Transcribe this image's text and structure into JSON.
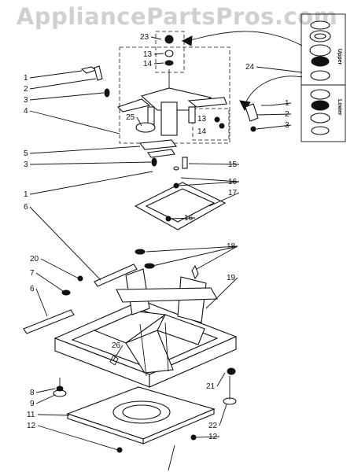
{
  "watermark": "AppliancePartsPros.com",
  "inset": {
    "upper_label": "Upper",
    "lower_label": "Lower"
  },
  "callouts": [
    {
      "id": "c23",
      "text": "23"
    },
    {
      "id": "c13a",
      "text": "13"
    },
    {
      "id": "c14a",
      "text": "14"
    },
    {
      "id": "c24",
      "text": "24"
    },
    {
      "id": "c1a",
      "text": "1"
    },
    {
      "id": "c2a",
      "text": "2"
    },
    {
      "id": "c3a",
      "text": "3"
    },
    {
      "id": "c4",
      "text": "4"
    },
    {
      "id": "c25",
      "text": "25"
    },
    {
      "id": "c1b",
      "text": "1"
    },
    {
      "id": "c2b",
      "text": "2"
    },
    {
      "id": "c13b",
      "text": "13"
    },
    {
      "id": "c14b",
      "text": "14"
    },
    {
      "id": "c3b",
      "text": "3"
    },
    {
      "id": "c5",
      "text": "5"
    },
    {
      "id": "c3c",
      "text": "3"
    },
    {
      "id": "c15",
      "text": "15"
    },
    {
      "id": "c1c",
      "text": "1"
    },
    {
      "id": "c16a",
      "text": "16"
    },
    {
      "id": "c17",
      "text": "17"
    },
    {
      "id": "c6a",
      "text": "6"
    },
    {
      "id": "c16b",
      "text": "16"
    },
    {
      "id": "c18",
      "text": "18"
    },
    {
      "id": "c20",
      "text": "20"
    },
    {
      "id": "c7",
      "text": "7"
    },
    {
      "id": "c19",
      "text": "19"
    },
    {
      "id": "c6b",
      "text": "6"
    },
    {
      "id": "c26",
      "text": "26"
    },
    {
      "id": "c8",
      "text": "8"
    },
    {
      "id": "c9",
      "text": "9"
    },
    {
      "id": "c21",
      "text": "21"
    },
    {
      "id": "c11",
      "text": "11"
    },
    {
      "id": "c22",
      "text": "22"
    },
    {
      "id": "c12a",
      "text": "12"
    },
    {
      "id": "c12b",
      "text": "12"
    }
  ]
}
